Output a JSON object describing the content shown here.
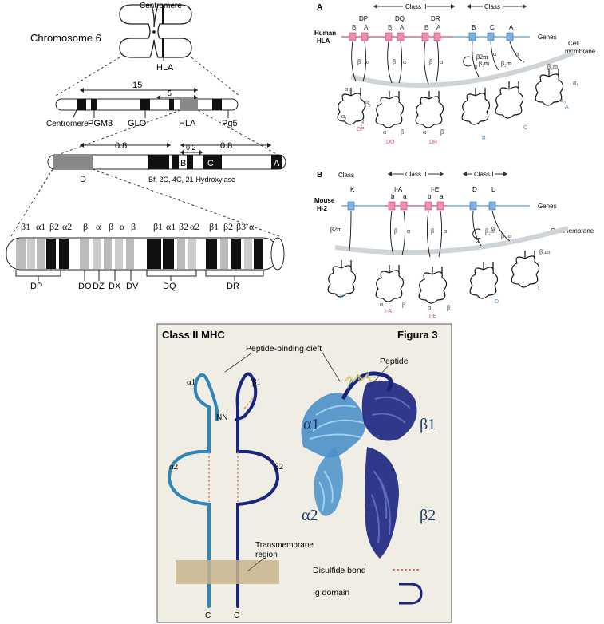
{
  "chromosome_panel": {
    "title": "Chromosome 6",
    "centromere_top": "Centromere",
    "hla_top": "HLA",
    "band_row": {
      "distance_big": "15",
      "distance_small": "5",
      "labels": [
        "Centromere",
        "PGM3",
        "GLO",
        "HLA",
        "Pg5"
      ]
    },
    "hla_row": {
      "dist_left": "0.8",
      "dist_mid": "0.2",
      "dist_right": "0.8",
      "label_d": "D",
      "label_b": "B",
      "label_c": "C",
      "label_a": "A",
      "note": "Bf, 2C, 4C, 21-Hydroxylase"
    },
    "gene_row": {
      "top_labels": [
        "β1",
        "α1",
        "β2",
        "α2",
        "β",
        "α",
        "β",
        "α",
        "β",
        "β1",
        "α1",
        "β2",
        "α2",
        "β1",
        "β2",
        "β3",
        "α"
      ],
      "regions": [
        "DP",
        "DO",
        "DZ",
        "DX",
        "DV",
        "DQ",
        "DR"
      ]
    }
  },
  "panel_a": {
    "letter": "A",
    "class_ii": "Class II",
    "class_i": "Class I",
    "species": "Human",
    "locus": "HLA",
    "genes_label": "Genes",
    "membrane_label_1": "Cell",
    "membrane_label_2": "membrane",
    "groups": [
      "DP",
      "DQ",
      "DR"
    ],
    "class1_genes": [
      "B",
      "C",
      "A"
    ],
    "b2m": "β2m",
    "molecule_labels": [
      "DP",
      "DQ",
      "DR",
      "B",
      "C",
      "A"
    ]
  },
  "panel_b": {
    "letter": "B",
    "class_i_left": "Class I",
    "class_ii": "Class II",
    "class_i_right": "Class I",
    "species": "Mouse",
    "locus": "H-2",
    "genes_label": "Genes",
    "membrane_label": "Cell membrane",
    "top_genes": [
      "K",
      "I-A",
      "I-E",
      "D",
      "L"
    ],
    "sub_ab": [
      "b",
      "a",
      "b",
      "a"
    ],
    "b2m": "β2m",
    "molecule_labels": [
      "K",
      "I-A",
      "I-E",
      "D",
      "L"
    ]
  },
  "panel_c": {
    "title": "Class II MHC",
    "figure": "Figura 3",
    "cleft": "Peptide-binding cleft",
    "peptide": "Peptide",
    "a1": "α1",
    "b1": "β1",
    "a2": "α2",
    "b2": "β2",
    "nn": "NN",
    "transmembrane_1": "Transmembrane",
    "transmembrane_2": "region",
    "c_left": "C",
    "c_right": "C",
    "ribbon_a1": "α1",
    "ribbon_b1": "β1",
    "ribbon_a2": "α2",
    "ribbon_b2": "β2",
    "legend_disulfide": "Disulfide bond",
    "legend_ig": "Ig domain",
    "colors": {
      "alpha": "#2e86b8",
      "beta": "#1a237e",
      "background": "#efede4",
      "membrane": "#c8b48c"
    }
  }
}
